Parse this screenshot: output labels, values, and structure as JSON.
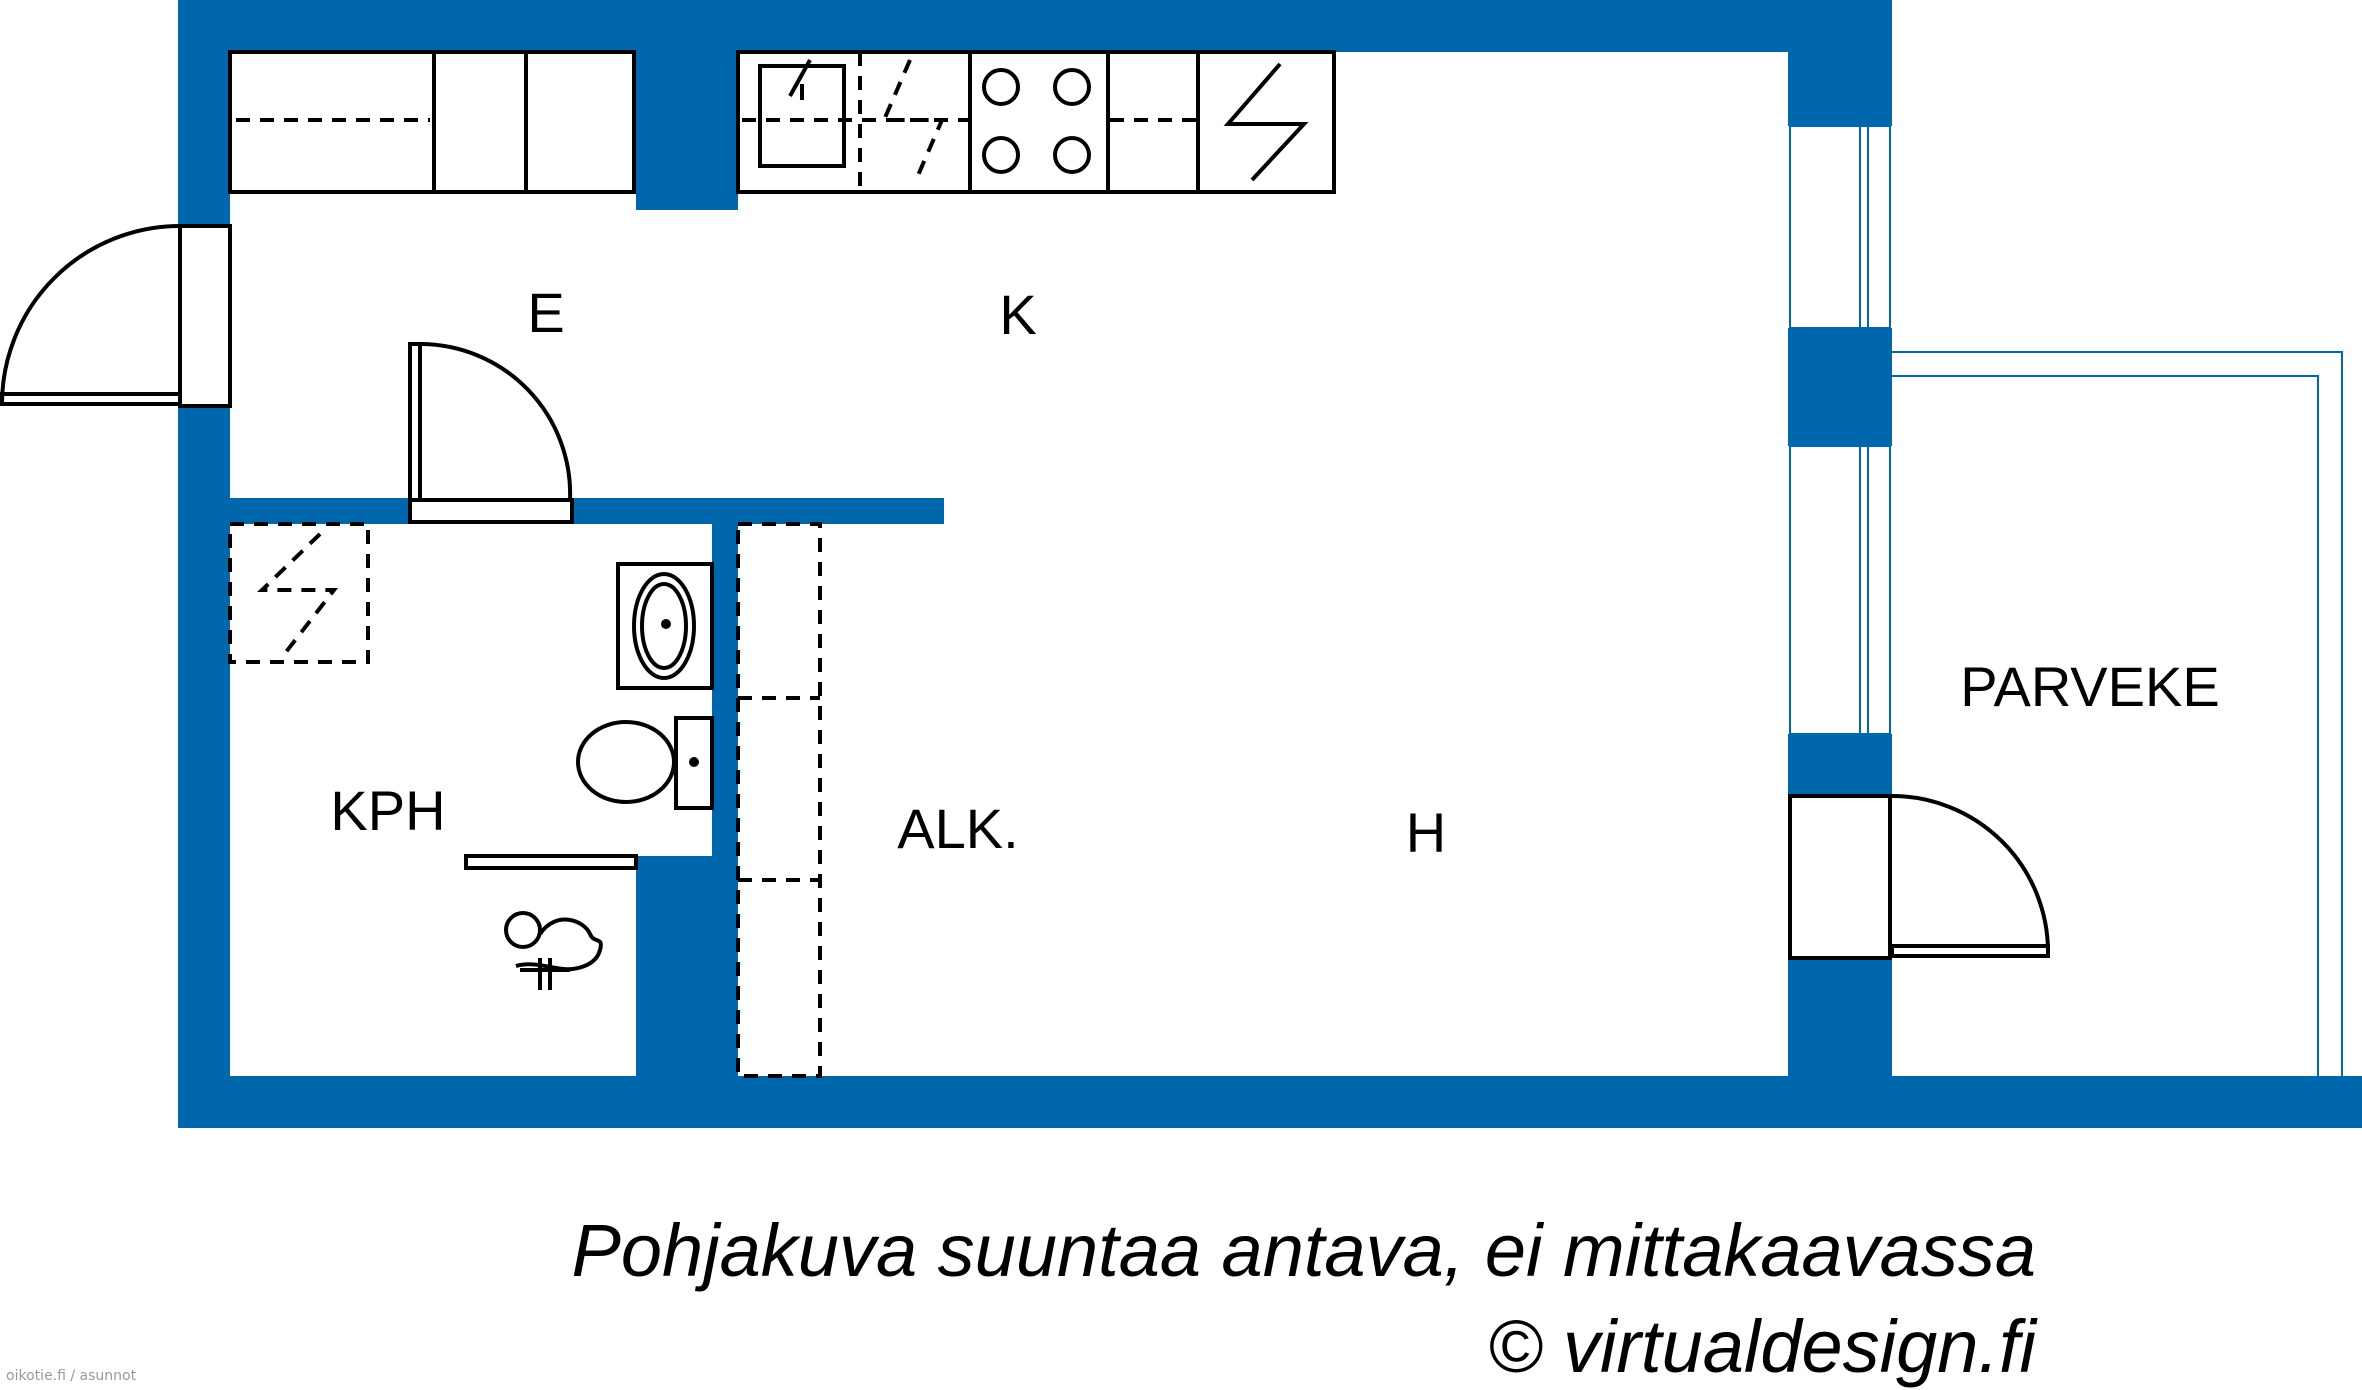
{
  "colors": {
    "wall": "#0067AC",
    "line": "#000000",
    "background": "#FFFFFF"
  },
  "rooms": {
    "entry": "E",
    "kitchen": "K",
    "bathroom": "KPH",
    "alcove": "ALK.",
    "living": "H",
    "balcony": "PARVEKE"
  },
  "caption": {
    "line1": "Pohjakuva suuntaa antava, ei mittakaavassa",
    "line2": "© virtualdesign.fi"
  },
  "watermark": "oikotie.fi / asunnot"
}
